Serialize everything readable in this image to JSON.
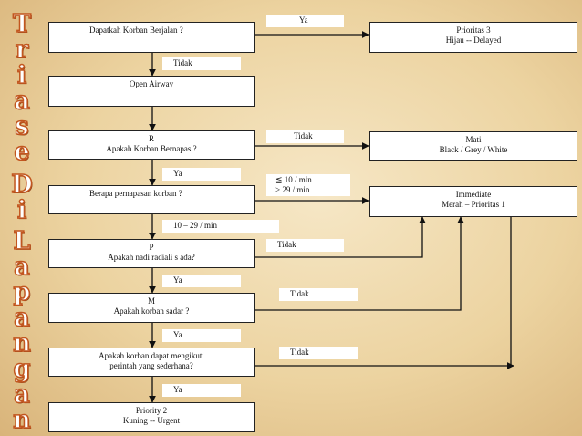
{
  "title_letters": [
    "T",
    "r",
    "i",
    "a",
    "s",
    "e",
    "D",
    "i",
    "L",
    "a",
    "p",
    "a",
    "n",
    "g",
    "a",
    "n"
  ],
  "boxes": {
    "b1": "Dapatkah Korban Berjalan ?",
    "b2": "Open Airway",
    "b3_line1": "R",
    "b3_line2": "Apakah Korban Bernapas ?",
    "b4": "Berapa pernapasan korban ?",
    "b5_line1": "P",
    "b5_line2": "Apakah nadi radiali s ada?",
    "b6_line1": "M",
    "b6_line2": "Apakah korban sadar ?",
    "b7_line1": "Apakah korban dapat mengikuti",
    "b7_line2": "perintah yang sederhana?",
    "b8_line1": "Priority 2",
    "b8_line2": "Kuning -- Urgent",
    "r1_line1": "Prioritas 3",
    "r1_line2": "Hijau -- Delayed",
    "r2_line1": "Mati",
    "r2_line2": "Black / Grey / White",
    "r3_line1": "Immediate",
    "r3_line2": "Merah – Prioritas 1"
  },
  "labels": {
    "ya1": "Ya",
    "tidak1": "Tidak",
    "tidak2": "Tidak",
    "ya2": "Ya",
    "resp_low": "≦ 10 / min",
    "resp_high": "> 29 / min",
    "resp_mid": "10 – 29 / min",
    "tidak3": "Tidak",
    "ya3": "Ya",
    "tidak4": "Tidak",
    "ya4": "Ya",
    "tidak5": "Tidak",
    "ya5": "Ya"
  }
}
